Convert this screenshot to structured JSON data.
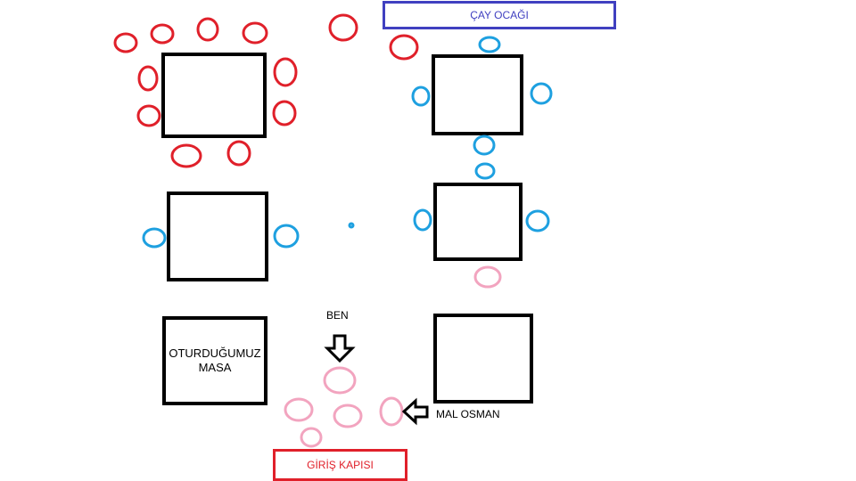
{
  "signs": {
    "tea_stove": "ÇAY OCAĞI",
    "entrance": "GİRİŞ KAPISI"
  },
  "labels": {
    "our_table": "OTURDUĞUMUZ MASA",
    "me": "BEN",
    "mal_osman": "MAL OSMAN"
  },
  "colors": {
    "tea_stove_sign": "#4040C0",
    "entrance_sign": "#E0202A",
    "red_chairs": "#E0202A",
    "blue_chairs": "#1EA0E0",
    "pink_chairs": "#F2A4BF",
    "tables": "#000000"
  }
}
